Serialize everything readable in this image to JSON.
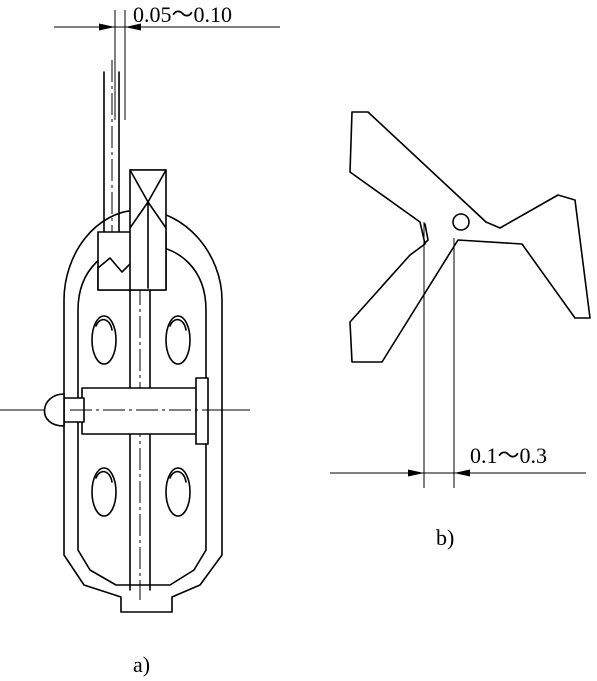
{
  "diagram": {
    "panel_a": {
      "caption": "a)",
      "dimension_label": "0.05～0.10"
    },
    "panel_b": {
      "caption": "b)",
      "dimension_label": "0.1～0.3"
    }
  }
}
